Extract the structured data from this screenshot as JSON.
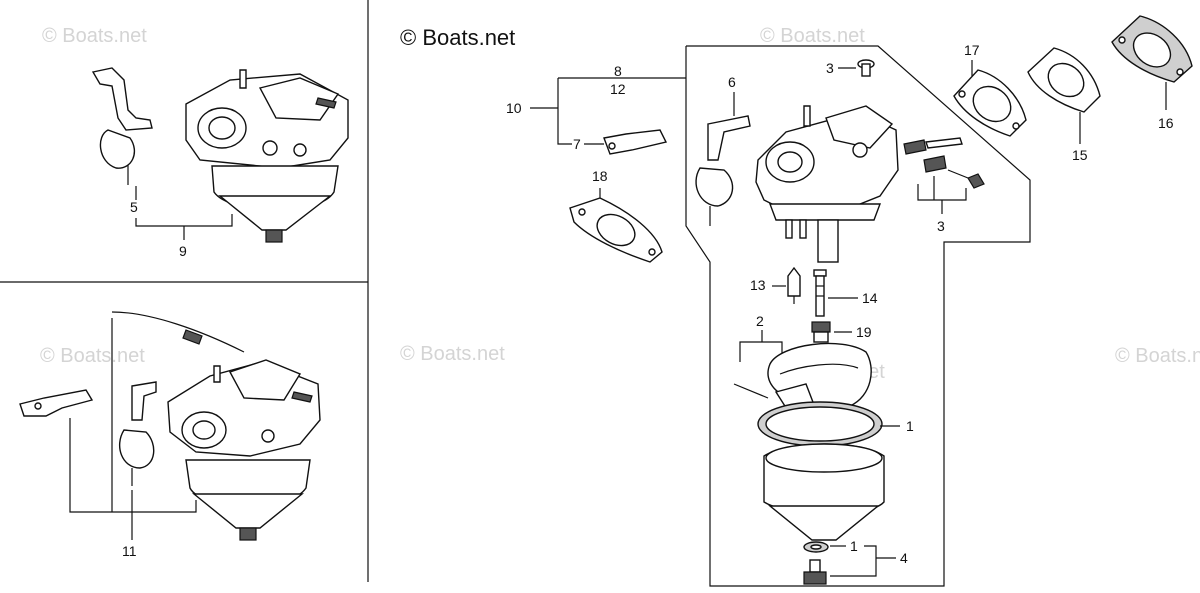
{
  "brand": "© Boats.net",
  "watermark": "© Boats.net",
  "callouts": {
    "c1a": "1",
    "c1b": "1",
    "c2": "2",
    "c3a": "3",
    "c3b": "3",
    "c4": "4",
    "c5": "5",
    "c6": "6",
    "c7": "7",
    "c8": "8",
    "c9": "9",
    "c10": "10",
    "c11": "11",
    "c12": "12",
    "c13": "13",
    "c14": "14",
    "c15": "15",
    "c16": "16",
    "c17": "17",
    "c18": "18",
    "c19": "19"
  },
  "icons": {
    "choke_lever": "lever-icon",
    "carburetor": "carburetor-icon",
    "float_bowl": "float-bowl-icon",
    "gasket": "gasket-icon",
    "screw": "screw-icon",
    "needle": "needle-icon"
  }
}
